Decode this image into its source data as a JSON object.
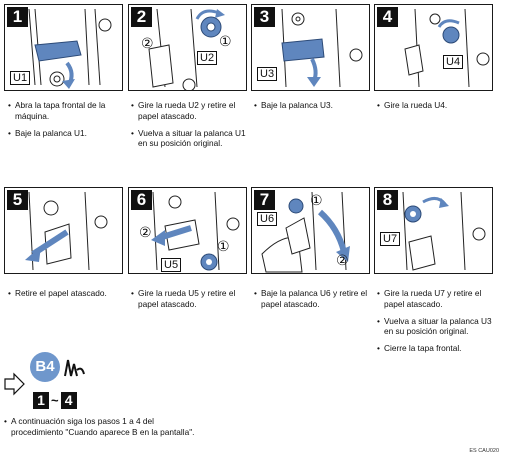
{
  "steps": [
    {
      "num": "1",
      "labels": [
        "U1"
      ],
      "bullets": [
        "Abra la tapa frontal de la máquina.",
        "Baje la palanca U1."
      ]
    },
    {
      "num": "2",
      "labels": [
        "U2",
        "①",
        "②"
      ],
      "bullets": [
        "Gire la rueda U2 y retire el papel atascado.",
        "Vuelva a situar la palanca U1 en su posición original."
      ]
    },
    {
      "num": "3",
      "labels": [
        "U3"
      ],
      "bullets": [
        "Baje la palanca U3."
      ]
    },
    {
      "num": "4",
      "labels": [
        "U4"
      ],
      "bullets": [
        "Gire la rueda U4."
      ]
    },
    {
      "num": "5",
      "labels": [],
      "bullets": [
        "Retire el papel atascado."
      ]
    },
    {
      "num": "6",
      "labels": [
        "U5",
        "①",
        "②"
      ],
      "bullets": [
        "Gire la rueda U5 y retire el papel atascado."
      ]
    },
    {
      "num": "7",
      "labels": [
        "U6",
        "①",
        "②"
      ],
      "bullets": [
        "Baje la palanca U6 y retire el papel atascado."
      ]
    },
    {
      "num": "8",
      "labels": [
        "U7"
      ],
      "bullets": [
        "Gire la rueda U7 y retire el papel atascado.",
        "Vuelva a situar la palanca U3 en su posición original.",
        "Cierre la tapa frontal."
      ]
    }
  ],
  "bullet_char": "•",
  "procedure": {
    "badge": "B4",
    "range_start": "1",
    "range_sep": "~",
    "range_end": "4",
    "note": "A continuación siga los pasos 1 a 4 del procedimiento \"Cuando aparece B en la pantalla\"."
  },
  "footer_code": "ES CAU020",
  "colors": {
    "accent_blue": "#5f86be",
    "ink": "#111111"
  }
}
